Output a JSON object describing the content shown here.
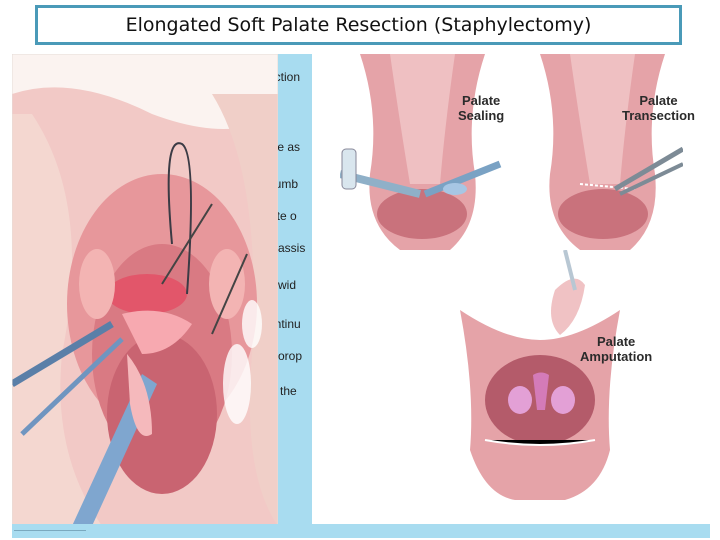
{
  "title": "Elongated Soft Palate Resection (Staphylectomy)",
  "text_lines": [
    "ection",
    "ttle as",
    "numb",
    "site o",
    "n assis",
    "e wid",
    "ontinu",
    "e orop",
    "til the"
  ],
  "figures": {
    "left": {
      "icon": "surgical-illustration-icon"
    },
    "sealing": {
      "label_line1": "Palate",
      "label_line2": "Sealing"
    },
    "transection": {
      "label_line1": "Palate",
      "label_line2": "Transection"
    },
    "amputation": {
      "label_line1": "Palate",
      "label_line2": "Amputation"
    }
  },
  "colors": {
    "title_border": "#4a9ab8",
    "accent_bar": "#a8dcf0",
    "tissue": "#e8a4ac"
  }
}
